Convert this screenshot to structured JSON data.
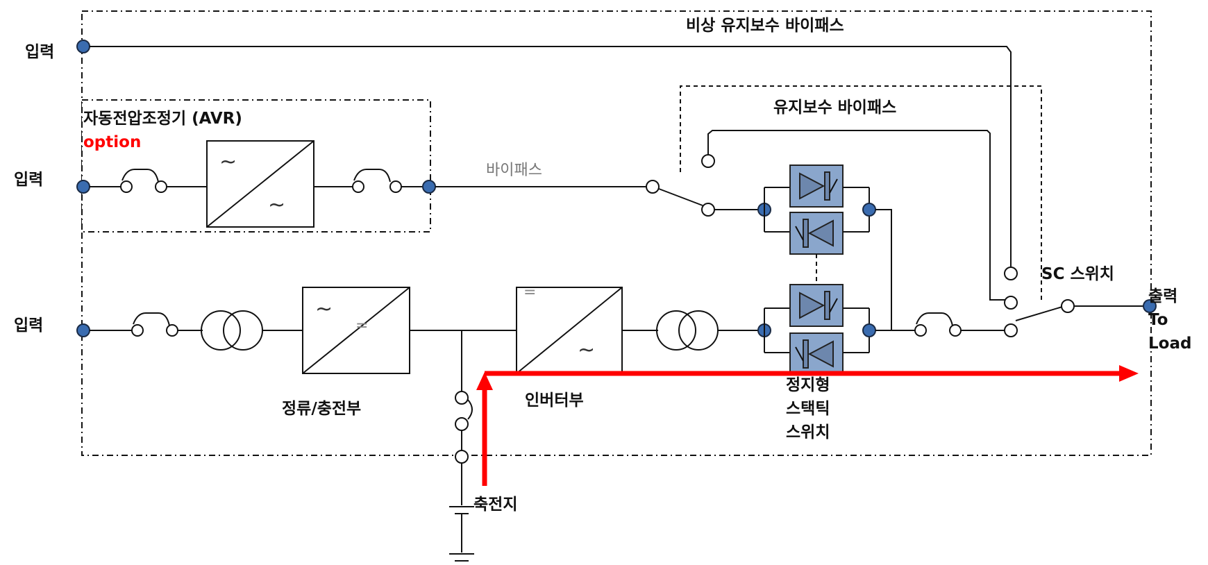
{
  "labels": {
    "input_1": "입력",
    "input_2": "입력",
    "input_3": "입력",
    "emergency_bypass": "비상 유지보수 바이패스",
    "maintenance_bypass": "유지보수 바이패스",
    "avr_title": "자동전압조정기 (AVR)",
    "avr_option": "option",
    "bypass": "바이패스",
    "rectifier_charger": "정류/충전부",
    "inverter": "인버터부",
    "static_switch_1": "정지형",
    "static_switch_2": "스택틱",
    "static_switch_3": "스위치",
    "sc_switch": "SC 스위치",
    "output_1": "출력",
    "output_2": "To",
    "output_3": "Load",
    "battery": "축전지"
  },
  "symbols": {
    "ac": "~",
    "dc": "="
  },
  "colors": {
    "accent_red": "#ff0000",
    "node_blue": "#3a6cb0",
    "switch_fill": "#8aa6cc"
  }
}
